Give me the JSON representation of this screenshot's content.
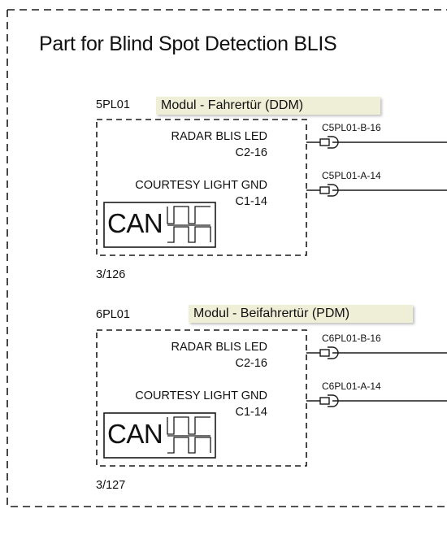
{
  "diagram": {
    "title": "Part for Blind Spot Detection BLIS",
    "modules": [
      {
        "id": "5PL01",
        "name": "Modul - Fahrertür (DDM)",
        "page_ref": "3/126",
        "can_label": "CAN",
        "pins": [
          {
            "signal": "RADAR BLIS LED",
            "pin": "C2-16",
            "connector": "C5PL01-B-16"
          },
          {
            "signal": "COURTESY LIGHT GND",
            "pin": "C1-14",
            "connector": "C5PL01-A-14"
          }
        ]
      },
      {
        "id": "6PL01",
        "name": "Modul - Beifahrertür (PDM)",
        "page_ref": "3/127",
        "can_label": "CAN",
        "pins": [
          {
            "signal": "RADAR BLIS LED",
            "pin": "C2-16",
            "connector": "C6PL01-B-16"
          },
          {
            "signal": "COURTESY LIGHT GND",
            "pin": "C1-14",
            "connector": "C6PL01-A-14"
          }
        ]
      }
    ]
  },
  "colors": {
    "line": "#1a1a1a",
    "highlight": "#efefd8",
    "background": "#ffffff"
  }
}
